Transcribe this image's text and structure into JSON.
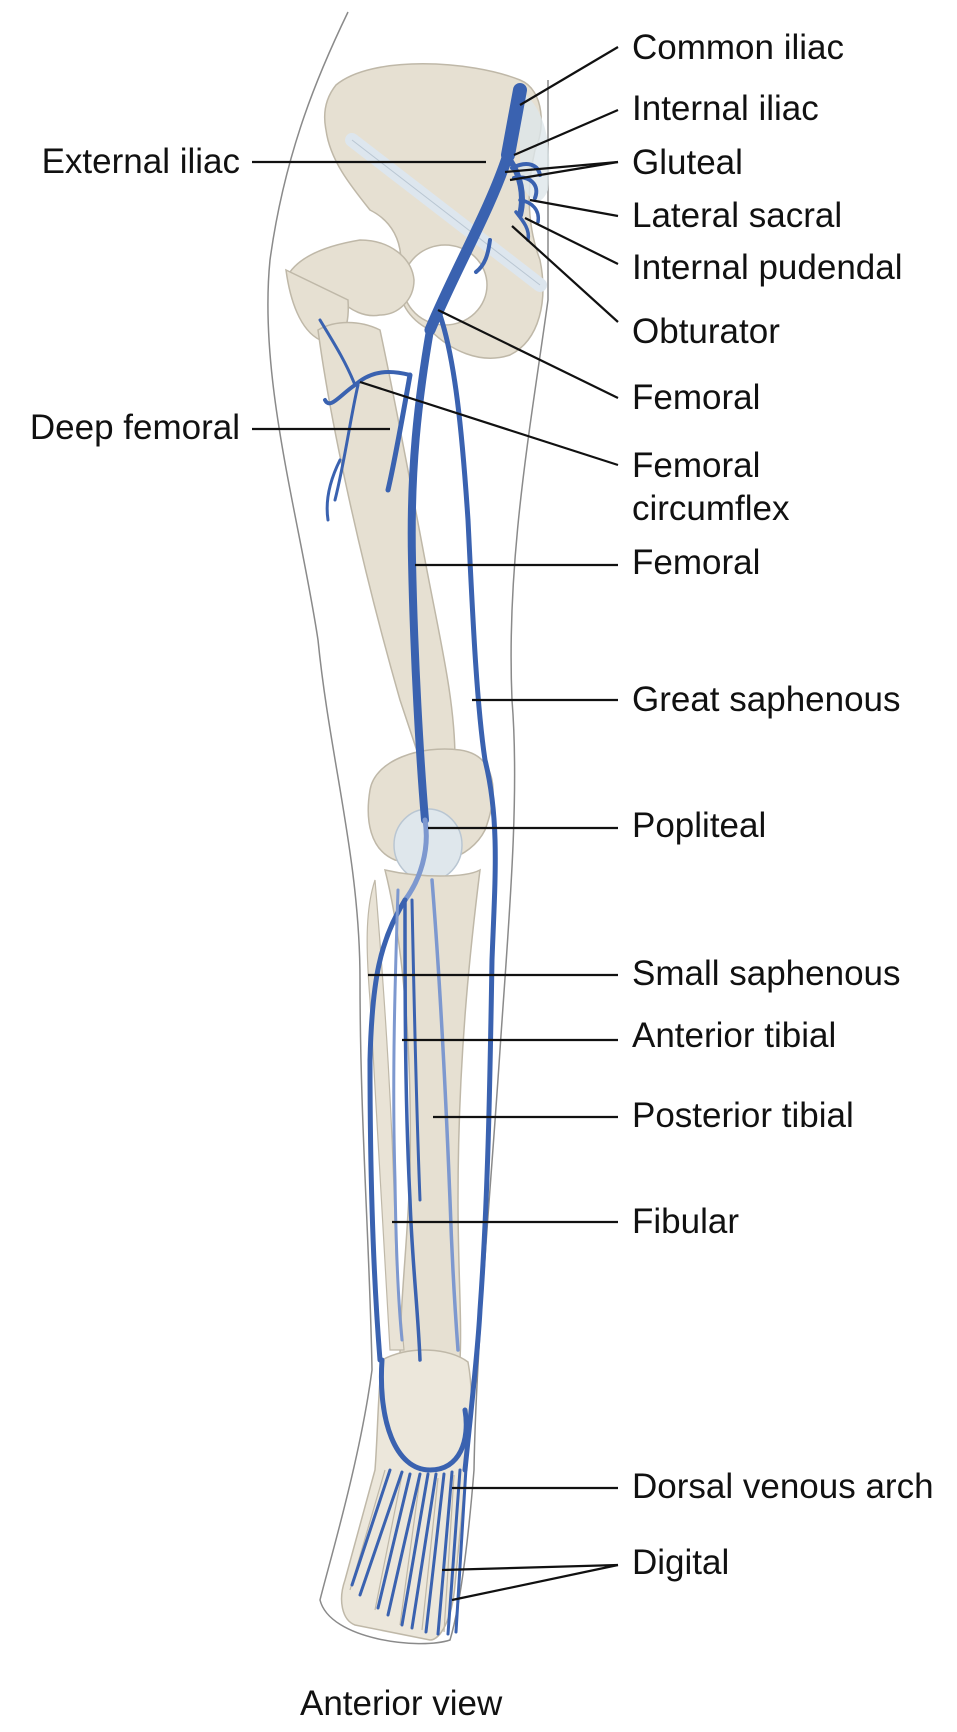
{
  "colors": {
    "vein": "#3a62b0",
    "vein_light": "#7d98cf",
    "bone": "#e6e0d2",
    "bone_stroke": "#bfb8a8",
    "skin_outline": "#8a8a8a",
    "ligament": "#dde6ee",
    "joint_cartilage": "#dfe7ec",
    "leader_line": "#111111",
    "text": "#111111"
  },
  "labels": {
    "common_iliac": "Common iliac",
    "internal_iliac": "Internal iliac",
    "gluteal": "Gluteal",
    "lateral_sacral": "Lateral sacral",
    "internal_pudendal": "Internal pudendal",
    "obturator": "Obturator",
    "femoral_1": "Femoral",
    "femoral_circumflex_line1": "Femoral",
    "femoral_circumflex_line2": "circumflex",
    "femoral_2": "Femoral",
    "great_saphenous": "Great saphenous",
    "popliteal": "Popliteal",
    "small_saphenous": "Small saphenous",
    "anterior_tibial": "Anterior tibial",
    "posterior_tibial": "Posterior tibial",
    "fibular": "Fibular",
    "dorsal_venous_arch": "Dorsal venous arch",
    "digital": "Digital",
    "external_iliac": "External iliac",
    "deep_femoral": "Deep femoral"
  },
  "caption": "Anterior view"
}
